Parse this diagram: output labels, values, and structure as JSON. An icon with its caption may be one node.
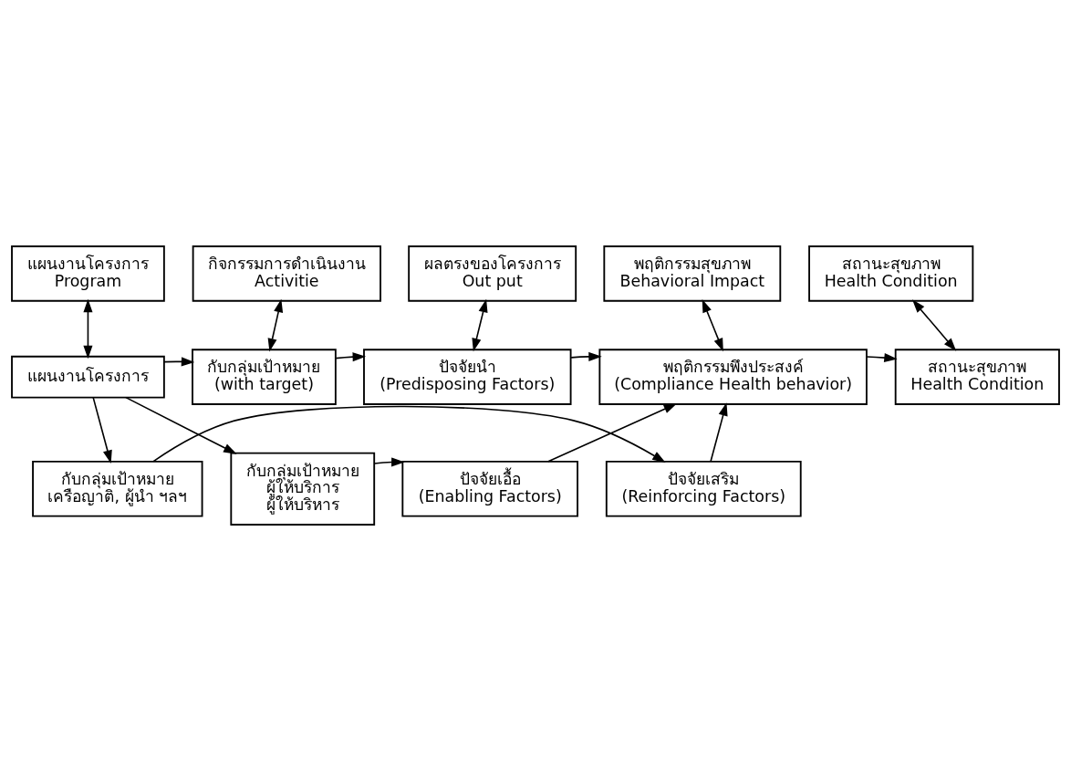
{
  "diagram": {
    "nodes": [
      {
        "text": [
          "แผนงานโครงการ",
          "Program"
        ]
      },
      {
        "text": [
          "กิจกรรมการดำเนินงาน",
          "Activitie"
        ]
      },
      {
        "text": [
          "ผลตรงของโครงการ",
          "Out put"
        ]
      },
      {
        "text": [
          "พฤติกรรมสุขภาพ",
          "Behavioral Impact"
        ]
      },
      {
        "text": [
          "สถานะสุขภาพ",
          "Health Condition"
        ]
      },
      {
        "text": [
          "แผนงานโครงการ"
        ]
      },
      {
        "text": [
          "กับกลุ่มเป้าหมาย",
          "(with target)"
        ]
      },
      {
        "text": [
          "ปัจจัยนำ",
          "(Predisposing Factors)"
        ]
      },
      {
        "text": [
          "พฤติกรรมพึงประสงค์",
          "(Compliance Health behavior)"
        ]
      },
      {
        "text": [
          "สถานะสุขภาพ",
          "Health Condition"
        ]
      },
      {
        "text": [
          "กับกลุ่มเป้าหมาย",
          "ผู้ให้บริการ",
          "ผู้ให้บริหาร"
        ]
      },
      {
        "text": [
          "ปัจจัยเอื้อ",
          "(Enabling Factors)"
        ]
      },
      {
        "text": [
          "กับกลุ่มเป้าหมาย",
          "เครือญาติ, ผู้นำ ฯลฯ"
        ]
      },
      {
        "text": [
          "ปัจจัยเสริม",
          "(Reinforcing Factors)"
        ]
      }
    ],
    "edges": [
      {
        "from": 0,
        "to": 5,
        "arrow": "both"
      },
      {
        "from": 1,
        "to": 6,
        "arrow": "both"
      },
      {
        "from": 2,
        "to": 7,
        "arrow": "both"
      },
      {
        "from": 3,
        "to": 8,
        "arrow": "both"
      },
      {
        "from": 4,
        "to": 9,
        "arrow": "both"
      },
      {
        "from": 5,
        "to": 6,
        "arrow": "to"
      },
      {
        "from": 6,
        "to": 7,
        "arrow": "to"
      },
      {
        "from": 7,
        "to": 8,
        "arrow": "to"
      },
      {
        "from": 8,
        "to": 9,
        "arrow": "to"
      },
      {
        "from": 5,
        "to": 10,
        "arrow": "to"
      },
      {
        "from": 5,
        "to": 12,
        "arrow": "to"
      },
      {
        "from": 10,
        "to": 11,
        "arrow": "to"
      },
      {
        "from": 11,
        "to": 8,
        "arrow": "to"
      },
      {
        "from": 12,
        "to": 13,
        "arrow": "to"
      },
      {
        "from": 13,
        "to": 8,
        "arrow": "to"
      }
    ]
  }
}
